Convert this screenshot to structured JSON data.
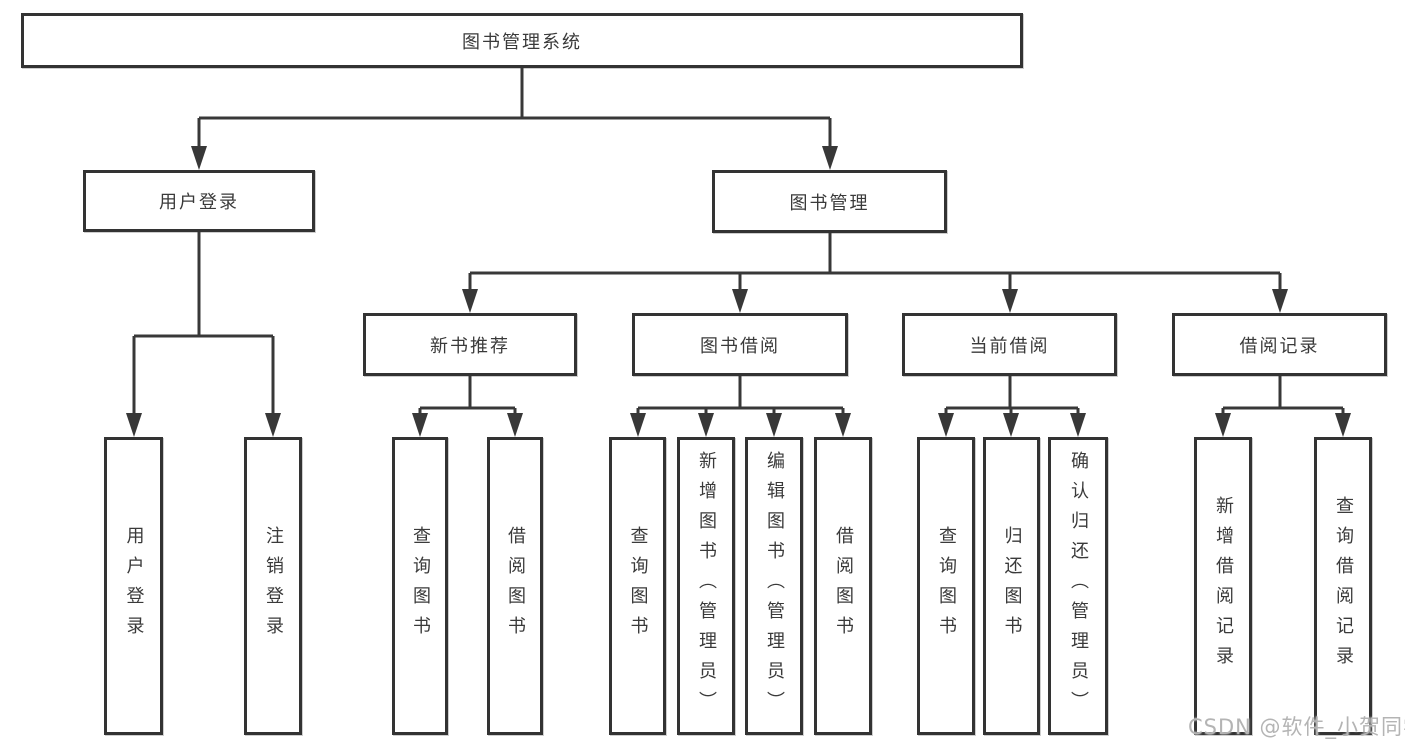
{
  "diagram": {
    "type": "hierarchy-tree",
    "colors": {
      "line": "#383838",
      "box_border": "#333333",
      "box_fill": "#ffffff",
      "text": "#3a3a3a",
      "watermark": "#b4b4b4",
      "background": "#ffffff"
    },
    "tree": {
      "label": "图书管理系统",
      "children": [
        {
          "label": "用户登录",
          "children": [
            {
              "label": "用户登录"
            },
            {
              "label": "注销登录"
            }
          ]
        },
        {
          "label": "图书管理",
          "children": [
            {
              "label": "新书推荐",
              "children": [
                {
                  "label": "查询图书"
                },
                {
                  "label": "借阅图书"
                }
              ]
            },
            {
              "label": "图书借阅",
              "children": [
                {
                  "label": "查询图书"
                },
                {
                  "label": "新增图书（管理员）"
                },
                {
                  "label": "编辑图书（管理员）"
                },
                {
                  "label": "借阅图书"
                }
              ]
            },
            {
              "label": "当前借阅",
              "children": [
                {
                  "label": "查询图书"
                },
                {
                  "label": "归还图书"
                },
                {
                  "label": "确认归还（管理员）"
                }
              ]
            },
            {
              "label": "借阅记录",
              "children": [
                {
                  "label": "新增借阅记录"
                },
                {
                  "label": "查询借阅记录"
                }
              ]
            }
          ]
        }
      ]
    },
    "watermark": {
      "text": "CSDN @软件_小贺同学"
    }
  }
}
